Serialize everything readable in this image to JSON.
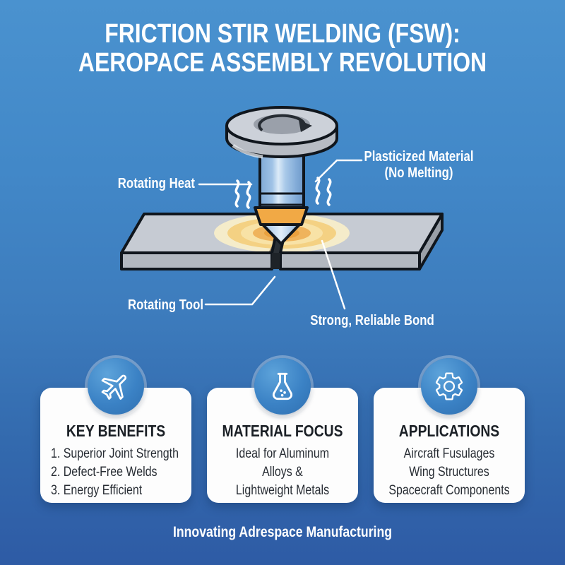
{
  "poster": {
    "title_line1": "FRICTION STIR WELDING (FSW):",
    "title_line2": "AEROPACE ASSEMBLY REVOLUTION",
    "footer": "Innovating Adrespace Manufacturing"
  },
  "diagram": {
    "label_rotating_heat": "Rotating Heat",
    "label_plasticized_1": "Plasticized Material",
    "label_plasticized_2": "(No Melting)",
    "label_rotating_tool": "Rotating Tool",
    "label_strong_bond": "Strong, Reliable Bond"
  },
  "cards": [
    {
      "icon": "airplane-icon",
      "title": "KEY BENEFITS",
      "lines": [
        "1. Superior Joint Strength",
        "2. Defect-Free Welds",
        "3. Energy Efficient"
      ]
    },
    {
      "icon": "flask-icon",
      "title": "MATERIAL FOCUS",
      "lines": [
        "Ideal for Aluminum",
        "Alloys &",
        "Lightweight Metals"
      ]
    },
    {
      "icon": "gear-icon",
      "title": "APPLICATIONS",
      "lines": [
        "Aircraft Fusulages",
        "Wing Structures",
        "Spacecraft Components"
      ]
    }
  ],
  "colors": {
    "bg_top": "#4a92cf",
    "bg_mid": "#3d7cbd",
    "bg_bottom": "#2e5ba5",
    "card_bg": "#fdfdfd",
    "icon_circle_blue": "#3b82c5",
    "text_dark": "#1b2026",
    "steel_light": "#ccd1d9",
    "steel_mid": "#b2b8c0",
    "tool_blue": "#8cb6e0",
    "heat_orange": "#f1a945",
    "glow_pale": "#f9efc9",
    "outline_dark": "#10161d"
  }
}
